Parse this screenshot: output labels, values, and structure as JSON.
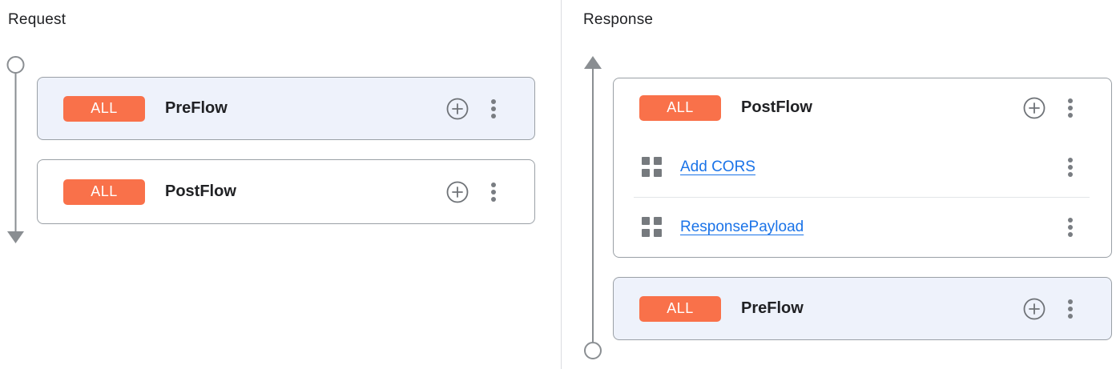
{
  "request_panel": {
    "title": "Request",
    "flows": [
      {
        "badge": "ALL",
        "name": "PreFlow",
        "selected": true
      },
      {
        "badge": "ALL",
        "name": "PostFlow",
        "selected": false
      }
    ]
  },
  "response_panel": {
    "title": "Response",
    "flows": [
      {
        "badge": "ALL",
        "name": "PostFlow",
        "selected": false,
        "policies": [
          "Add CORS",
          "ResponsePayload"
        ]
      },
      {
        "badge": "ALL",
        "name": "PreFlow",
        "selected": true,
        "policies": []
      }
    ]
  },
  "colors": {
    "badge_bg": "#f9714a",
    "badge_text": "#ffffff",
    "selected_card_bg": "#eef2fb",
    "card_border": "#9aa0a6",
    "link_blue": "#1a73e8",
    "text_dark": "#202124",
    "icon_gray": "#6e7277",
    "timeline_gray": "#8a8e92",
    "divider_gray": "#dadce0"
  },
  "icons": {
    "add_policy": "plus-circle-icon",
    "more_menu": "kebab-menu-icon",
    "policy_handle": "grid-icon",
    "request_direction": "arrow-down",
    "response_direction": "arrow-up"
  }
}
